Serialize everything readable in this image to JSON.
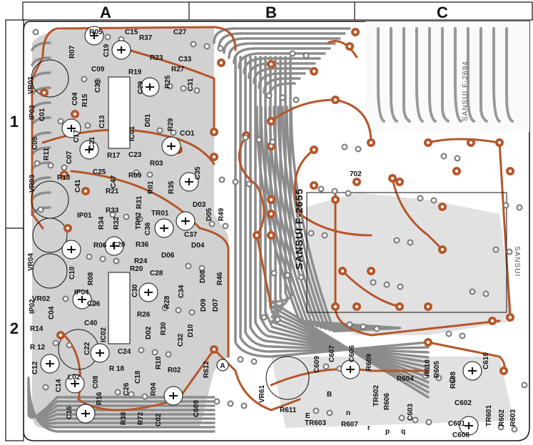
{
  "grid": {
    "columns": [
      "A",
      "B",
      "C"
    ],
    "rows": [
      "1",
      "2"
    ]
  },
  "board": {
    "main_label": "SANSUI F-2655",
    "sub_label": "SANSUI F-2694",
    "side_label": "SANSUI",
    "marker": "A",
    "colors": {
      "trace": "#b5562a",
      "copper": "#8c8c8c",
      "background": "#ffffff",
      "ink": "#111111"
    }
  },
  "components": [
    {
      "label": "R05"
    },
    {
      "label": "C15"
    },
    {
      "label": "R37"
    },
    {
      "label": "C27"
    },
    {
      "label": "R07"
    },
    {
      "label": "C09"
    },
    {
      "label": "C19"
    },
    {
      "label": "R23"
    },
    {
      "label": "C33"
    },
    {
      "label": "R19"
    },
    {
      "label": "R27"
    },
    {
      "label": "VR01"
    },
    {
      "label": "C39"
    },
    {
      "label": "C29"
    },
    {
      "label": "R25"
    },
    {
      "label": "C31"
    },
    {
      "label": "IP03"
    },
    {
      "label": "C01"
    },
    {
      "label": "C04"
    },
    {
      "label": "R15"
    },
    {
      "label": "C13"
    },
    {
      "label": "IC01"
    },
    {
      "label": "D01"
    },
    {
      "label": "R29"
    },
    {
      "label": "C05"
    },
    {
      "label": "C17"
    },
    {
      "label": "C21"
    },
    {
      "label": "CO1"
    },
    {
      "label": "R11"
    },
    {
      "label": "C07"
    },
    {
      "label": "R17"
    },
    {
      "label": "C23"
    },
    {
      "label": "R03"
    },
    {
      "label": "R13"
    },
    {
      "label": "C25"
    },
    {
      "label": "C47"
    },
    {
      "label": "R09"
    },
    {
      "label": "C35"
    },
    {
      "label": "VR03"
    },
    {
      "label": "C41"
    },
    {
      "label": "R21"
    },
    {
      "label": "R01"
    },
    {
      "label": "R35"
    },
    {
      "label": "R31"
    },
    {
      "label": "R33"
    },
    {
      "label": "D03"
    },
    {
      "label": "D05"
    },
    {
      "label": "TR01"
    },
    {
      "label": "IP01"
    },
    {
      "label": "R34"
    },
    {
      "label": "R32"
    },
    {
      "label": "TR02"
    },
    {
      "label": "C36"
    },
    {
      "label": "C37"
    },
    {
      "label": "R36"
    },
    {
      "label": "D04"
    },
    {
      "label": "R06"
    },
    {
      "label": "C20"
    },
    {
      "label": "VR04"
    },
    {
      "label": "C10"
    },
    {
      "label": "R08"
    },
    {
      "label": "R24"
    },
    {
      "label": "D06"
    },
    {
      "label": "R20"
    },
    {
      "label": "C28"
    },
    {
      "label": "D08"
    },
    {
      "label": "R46"
    },
    {
      "label": "R49"
    },
    {
      "label": "IP04"
    },
    {
      "label": "VR02"
    },
    {
      "label": "C06"
    },
    {
      "label": "IP02"
    },
    {
      "label": "C04"
    },
    {
      "label": "C30"
    },
    {
      "label": "R28"
    },
    {
      "label": "C34"
    },
    {
      "label": "D09"
    },
    {
      "label": "D07"
    },
    {
      "label": "R26"
    },
    {
      "label": "C40"
    },
    {
      "label": "R14"
    },
    {
      "label": "IC02"
    },
    {
      "label": "R30"
    },
    {
      "label": "D02"
    },
    {
      "label": "D10"
    },
    {
      "label": "C32"
    },
    {
      "label": "R 12"
    },
    {
      "label": "C22"
    },
    {
      "label": "C24"
    },
    {
      "label": "R10"
    },
    {
      "label": "C12"
    },
    {
      "label": "R02"
    },
    {
      "label": "R612"
    },
    {
      "label": "L02"
    },
    {
      "label": "C08"
    },
    {
      "label": "R 18"
    },
    {
      "label": "C18"
    },
    {
      "label": "C14"
    },
    {
      "label": "C26"
    },
    {
      "label": "R04"
    },
    {
      "label": "C609"
    },
    {
      "label": "R16"
    },
    {
      "label": "R38"
    },
    {
      "label": "R72"
    },
    {
      "label": "C02"
    },
    {
      "label": "C16"
    },
    {
      "label": "VR61"
    },
    {
      "label": "R611"
    },
    {
      "label": "TR603"
    },
    {
      "label": "R607"
    },
    {
      "label": "C609"
    },
    {
      "label": "C607"
    },
    {
      "label": "C606"
    },
    {
      "label": "R609"
    },
    {
      "label": "TR602"
    },
    {
      "label": "R604"
    },
    {
      "label": "R606"
    },
    {
      "label": "C603"
    },
    {
      "label": "R610"
    },
    {
      "label": "R605"
    },
    {
      "label": "R608"
    },
    {
      "label": "C610"
    },
    {
      "label": "C602"
    },
    {
      "label": "C601"
    },
    {
      "label": "C608"
    },
    {
      "label": "TR601"
    },
    {
      "label": "R602"
    },
    {
      "label": "R603"
    },
    {
      "label": "702"
    },
    {
      "label": "E"
    },
    {
      "label": "B"
    },
    {
      "label": "n"
    },
    {
      "label": "r"
    },
    {
      "label": "p"
    },
    {
      "label": "q"
    }
  ]
}
